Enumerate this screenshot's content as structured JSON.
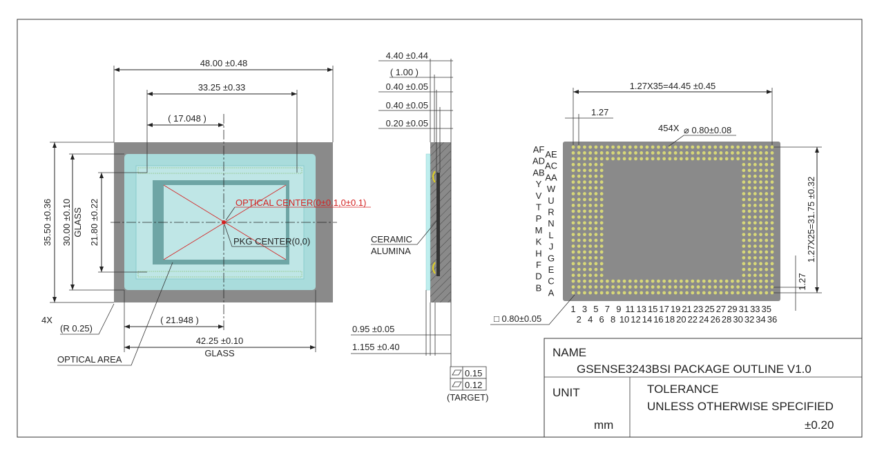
{
  "colors": {
    "package": "#8a8a8a",
    "glass": "#a9dcdc",
    "die": "#bfe6e6",
    "frame": "#6ea5a5",
    "pad": "#d8d878",
    "red": "#d42020"
  },
  "front_view": {
    "dim_width": "48.00 ±0.48",
    "dim_inner_width": "33.25 ±0.33",
    "dim_offset_top": "( 17.048 )",
    "dim_height": "35.50 ±0.36",
    "dim_glass_height": "30.00 ±0.10",
    "glass_label_v": "GLASS",
    "dim_inner_height": "21.80 ±0.22",
    "optical_center": "OPTICAL CENTER(0±0.1,0±0.1)",
    "pkg_center": "PKG CENTER(0,0)",
    "corner_count": "4X",
    "corner_radius": "(R 0.25)",
    "dim_offset_bottom": "( 21.948 )",
    "dim_glass_width": "42.25 ±0.10",
    "glass_label_h": "GLASS",
    "optical_area": "OPTICAL AREA"
  },
  "side_view": {
    "dims_top": [
      "4.40 ±0.44",
      "( 1.00 )",
      "0.40 ±0.05",
      "0.40 ±0.05",
      "0.20 ±0.05"
    ],
    "material_1": "CERAMIC",
    "material_2": "ALUMINA",
    "dims_bottom": [
      "0.95 ±0.05",
      "1.155 ±0.40"
    ],
    "flatness": [
      "0.15",
      "0.12"
    ],
    "flatness_note": "(TARGET)"
  },
  "bottom_view": {
    "pitch_total_h": "1.27X35=44.45 ±0.45",
    "pitch": "1.27",
    "ball_count": "454X",
    "ball_dia": "⌀ 0.80±0.08",
    "pitch_total_v": "1.27X25=31.75 ±0.32",
    "pitch_v": "1.27",
    "pad_size": "□ 0.80±0.05",
    "rows_outer": [
      "AF",
      "AD",
      "AB",
      "Y",
      "V",
      "T",
      "P",
      "M",
      "K",
      "H",
      "F",
      "D",
      "B"
    ],
    "rows_inner": [
      "AE",
      "AC",
      "AA",
      "W",
      "U",
      "R",
      "N",
      "L",
      "J",
      "G",
      "E",
      "C",
      "A"
    ],
    "cols_odd": [
      "1",
      "3",
      "5",
      "7",
      "9",
      "11",
      "13",
      "15",
      "17",
      "19",
      "21",
      "23",
      "25",
      "27",
      "29",
      "31",
      "33",
      "35"
    ],
    "cols_even": [
      "2",
      "4",
      "6",
      "8",
      "10",
      "12",
      "14",
      "16",
      "18",
      "20",
      "22",
      "24",
      "26",
      "28",
      "30",
      "32",
      "34",
      "36"
    ]
  },
  "title_block": {
    "name_label": "NAME",
    "name_value": "GSENSE3243BSI PACKAGE OUTLINE V1.0",
    "unit_label": "UNIT",
    "unit_value": "mm",
    "tolerance_label": "TOLERANCE",
    "tolerance_note": "UNLESS OTHERWISE SPECIFIED",
    "tolerance_value": "±0.20"
  }
}
